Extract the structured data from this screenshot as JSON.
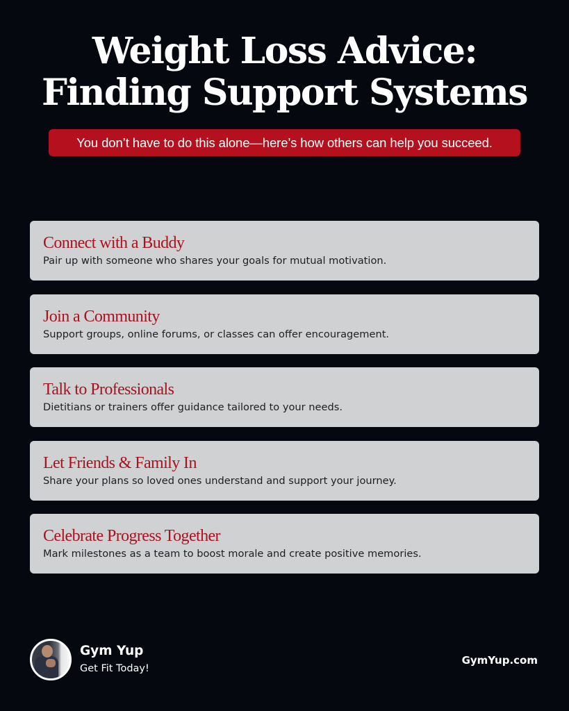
{
  "header": {
    "title_line1": "Weight Loss Advice:",
    "title_line2": "Finding Support Systems",
    "subtitle": "You don’t have to do this alone—here’s how others can help you succeed."
  },
  "cards": [
    {
      "title": "Connect with a Buddy",
      "description": "Pair up with someone who shares your goals for mutual motivation."
    },
    {
      "title": "Join a Community",
      "description": "Support groups, online forums, or classes can offer encouragement."
    },
    {
      "title": "Talk to Professionals",
      "description": "Dietitians or trainers offer guidance tailored to your needs."
    },
    {
      "title": "Let Friends & Family In",
      "description": "Share your plans so loved ones understand and support your journey."
    },
    {
      "title": "Celebrate Progress Together",
      "description": "Mark milestones as a team to boost morale and create positive memories."
    }
  ],
  "footer": {
    "brand_name": "Gym Yup",
    "tagline": "Get Fit Today!",
    "website": "GymYup.com"
  },
  "colors": {
    "background": "#05080f",
    "accent_red": "#b5101d",
    "card_title_red": "#a8131f",
    "card_bg": "#d0d1d3"
  }
}
